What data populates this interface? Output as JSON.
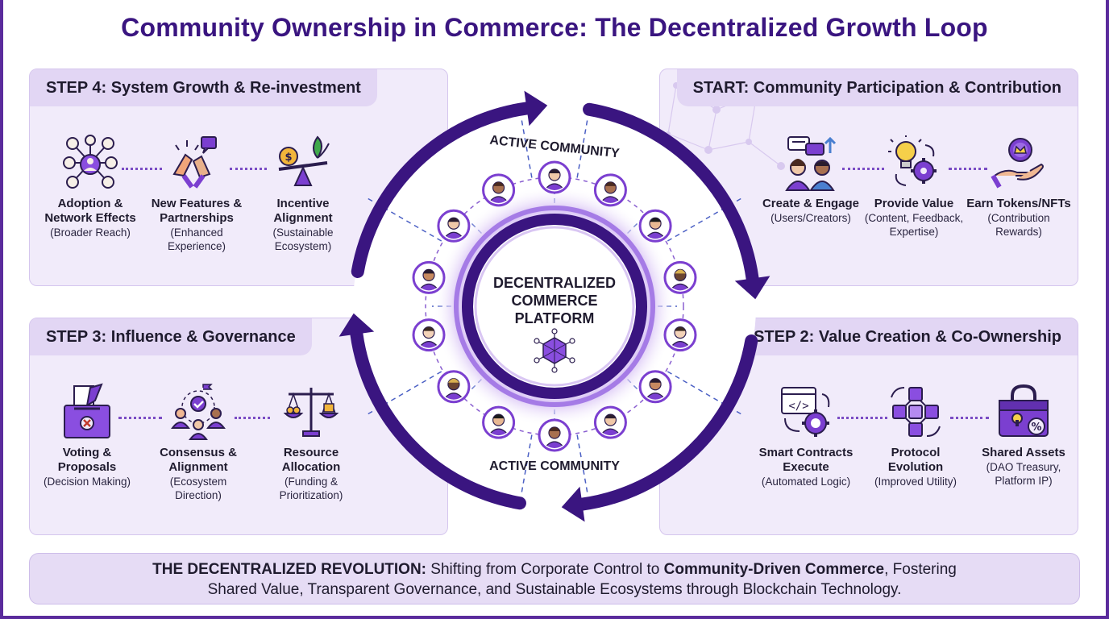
{
  "title": "Community Ownership in Commerce: The Decentralized Growth Loop",
  "center": {
    "label_top": "ACTIVE COMMUNITY",
    "label_bottom": "ACTIVE COMMUNITY",
    "core_line1": "DECENTRALIZED",
    "core_line2": "COMMERCE",
    "core_line3": "PLATFORM",
    "core_icon": "network-cube-icon"
  },
  "panels": {
    "step4": {
      "header": "STEP 4: System Growth & Re-investment",
      "items": [
        {
          "name": "Adoption & Network Effects",
          "desc": "(Broader Reach)",
          "icon": "network-people-icon"
        },
        {
          "name": "New Features & Partnerships",
          "desc": "(Enhanced Experience)",
          "icon": "handshake-icon"
        },
        {
          "name": "Incentive Alignment",
          "desc": "(Sustainable Ecosystem)",
          "icon": "seesaw-plant-icon"
        }
      ]
    },
    "start": {
      "header": "START: Community Participation & Contribution",
      "items": [
        {
          "name": "Create & Engage",
          "desc": "(Users/Creators)",
          "icon": "users-chat-icon"
        },
        {
          "name": "Provide Value",
          "desc": "(Content, Feedback, Expertise)",
          "icon": "lightbulb-gear-icon"
        },
        {
          "name": "Earn Tokens/NFTs",
          "desc": "(Contribution Rewards)",
          "icon": "hand-token-icon"
        }
      ]
    },
    "step3": {
      "header": "STEP 3: Influence & Governance",
      "items": [
        {
          "name": "Voting & Proposals",
          "desc": "(Decision Making)",
          "icon": "ballot-box-icon"
        },
        {
          "name": "Consensus & Alignment",
          "desc": "(Ecosystem Direction)",
          "icon": "team-consensus-icon"
        },
        {
          "name": "Resource Allocation",
          "desc": "(Funding & Prioritization)",
          "icon": "balance-scale-icon"
        }
      ]
    },
    "step2": {
      "header": "STEP 2: Value Creation & Co-Ownership",
      "items": [
        {
          "name": "Smart Contracts Execute",
          "desc": "(Automated Logic)",
          "icon": "code-gear-icon"
        },
        {
          "name": "Protocol Evolution",
          "desc": "(Improved Utility)",
          "icon": "blockchain-cubes-icon"
        },
        {
          "name": "Shared Assets",
          "desc": "(DAO Treasury, Platform IP)",
          "icon": "treasury-lock-icon"
        }
      ]
    }
  },
  "banner": {
    "bold1": "THE DECENTRALIZED REVOLUTION:",
    "text1": " Shifting from Corporate Control to ",
    "bold2": "Community-Driven Commerce",
    "text2": ", Fostering",
    "line2": "Shared Value, Transparent Governance, and Sustainable Ecosystems through Blockchain Technology."
  },
  "colors": {
    "accent": "#3a1580",
    "purple": "#7b3fd0",
    "panel_bg": "#f1ebfa",
    "panel_header": "#e2d6f4",
    "banner_bg": "#e6dcf5"
  }
}
